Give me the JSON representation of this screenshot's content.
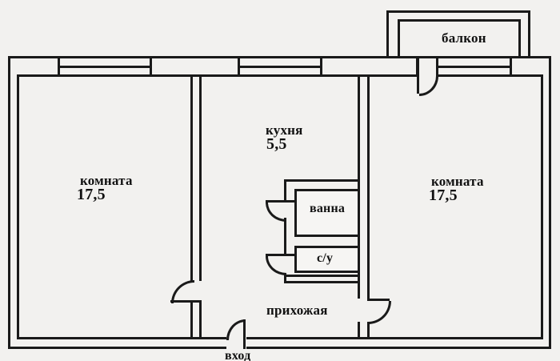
{
  "plan": {
    "balcony": {
      "name": "балкон"
    },
    "left_room": {
      "name": "комната",
      "area": "17,5"
    },
    "right_room": {
      "name": "комната",
      "area": "17,5"
    },
    "kitchen": {
      "name": "кухня",
      "area": "5,5"
    },
    "bathroom": {
      "name": "ванна"
    },
    "toilet": {
      "name": "с/у"
    },
    "hallway": {
      "name": "прихожая"
    },
    "entrance": {
      "name": "вход"
    }
  },
  "colors": {
    "line": "#1a1a1a",
    "background": "#f2f1ef",
    "text": "#111111"
  }
}
